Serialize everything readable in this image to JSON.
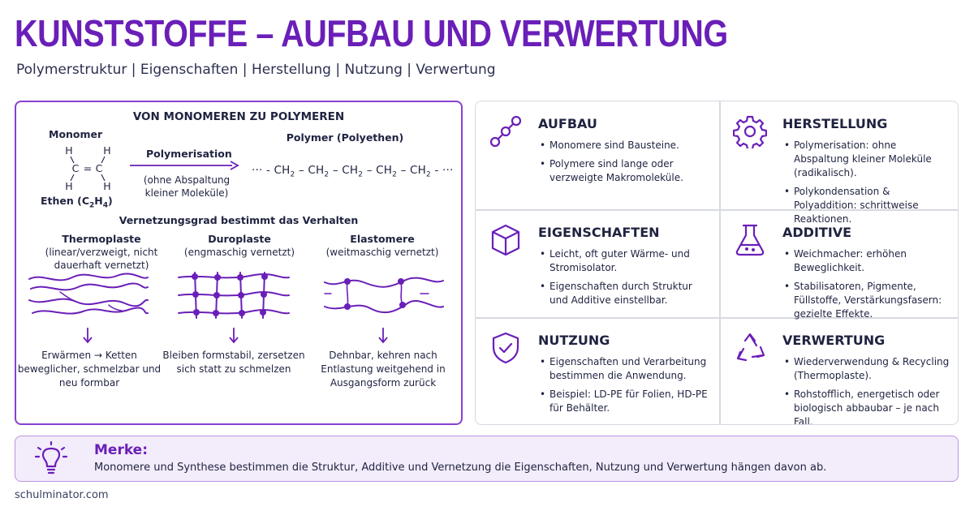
{
  "title": "KUNSTSTOFFE – AUFBAU UND VERWERTUNG",
  "subtitle": "Polymerstruktur | Eigenschaften | Herstellung | Nutzung | Verwertung",
  "left": {
    "heading": "VON MONOMEREN ZU POLYMEREN",
    "monomer_label": "Monomer",
    "ethen_label": "Ethen (C",
    "ethen_sub": "2",
    "ethen_mid": "H",
    "ethen_sub2": "4",
    "ethen_end": ")",
    "atom_h": "H",
    "atom_c": "C",
    "bond_double": "=",
    "process_label": "Polymerisation",
    "process_note": "(ohne Abspaltung kleiner Moleküle)",
    "polymer_label": "Polymer (Polyethen)",
    "chain_start": "··· -",
    "chain_unit": "CH",
    "chain_sub": "2",
    "chain_dash": "–",
    "chain_end": "- ···",
    "vernetzung_heading": "Vernetzungsgrad bestimmt das Verhalten",
    "columns": [
      {
        "title": "Thermoplaste",
        "sub": "(linear/verzweigt, nicht dauerhaft vernetzt)",
        "desc": "Erwärmen → Ketten beweglicher, schmelzbar und neu formbar"
      },
      {
        "title": "Duroplaste",
        "sub": "(engmaschig vernetzt)",
        "desc": "Bleiben formstabil, zersetzen sich statt zu schmelzen"
      },
      {
        "title": "Elastomere",
        "sub": "(weitmaschig vernetzt)",
        "desc": "Dehnbar, kehren nach Entlastung weitgehend in Ausgangsform zurück"
      }
    ]
  },
  "cells": [
    {
      "title": "AUFBAU",
      "icon": "molecule-icon",
      "items": [
        "Monomere sind Bausteine.",
        "Polymere sind lange oder verzweigte Makromoleküle."
      ]
    },
    {
      "title": "HERSTELLUNG",
      "icon": "gear-icon",
      "items": [
        "Polymerisation: ohne Abspaltung kleiner Moleküle (radikalisch).",
        "Polykondensation & Polyaddition: schrittweise Reaktionen."
      ]
    },
    {
      "title": "EIGENSCHAFTEN",
      "icon": "cube-icon",
      "items": [
        "Leicht, oft guter Wärme- und Stromisolator.",
        "Eigenschaften durch Struktur und Additive einstellbar."
      ]
    },
    {
      "title": "ADDITIVE",
      "icon": "flask-icon",
      "items": [
        "Weichmacher: erhöhen Beweglichkeit.",
        "Stabilisatoren, Pigmente, Füllstoffe, Verstärkungsfasern: gezielte Effekte."
      ]
    },
    {
      "title": "NUTZUNG",
      "icon": "shield-check-icon",
      "items": [
        "Eigenschaften und Verarbeitung bestimmen die Anwendung.",
        "Beispiel: LD-PE für Folien, HD-PE für Behälter."
      ]
    },
    {
      "title": "VERWERTUNG",
      "icon": "recycle-icon",
      "items": [
        "Wiederverwendung & Recycling (Thermoplaste).",
        "Rohstofflich, energetisch oder biologisch abbaubar – je nach Fall."
      ]
    }
  ],
  "merke": {
    "title": "Merke:",
    "text": "Monomere und Synthese bestimmen die Struktur, Additive und Vernetzung die Eigenschaften, Nutzung und Verwertung hängen davon ab.",
    "icon": "lightbulb-icon"
  },
  "footer": "schulminator.com",
  "colors": {
    "accent": "#6a1fb8",
    "text": "#1f2340",
    "border": "#d7d9e2"
  }
}
